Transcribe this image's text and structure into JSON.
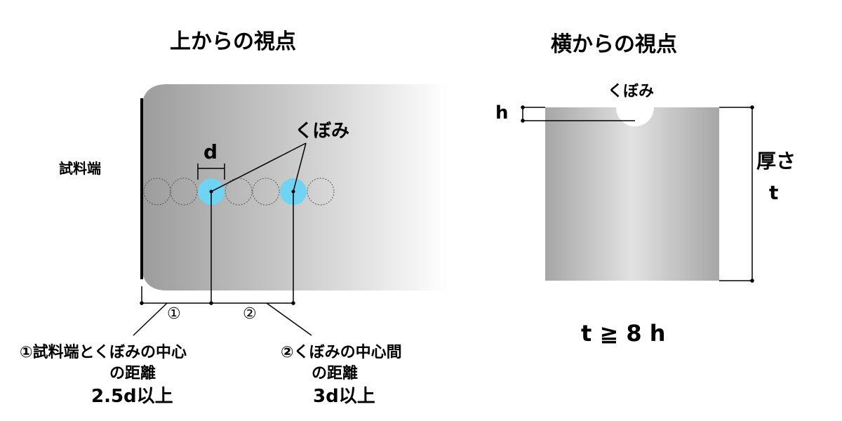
{
  "top_view": {
    "title": "上からの視点",
    "sample_edge_label": "試料端",
    "indent_label": "くぼみ",
    "diameter_label": "d",
    "marker_1": "①",
    "marker_2": "②",
    "note_1": {
      "line1": "①試料端とくぼみの中心",
      "line2": "の距離",
      "value": "2.5d以上"
    },
    "note_2": {
      "line1": "②くぼみの中心間",
      "line2": "の距離",
      "value": "3d以上"
    }
  },
  "side_view": {
    "title": "横からの視点",
    "indent_label": "くぼみ",
    "depth_label": "h",
    "thickness_label_1": "厚さ",
    "thickness_label_2": "t",
    "condition": "t ≧ 8 h"
  },
  "colors": {
    "indent_fill": "#6fd3f2",
    "sample_gray_dark": "#9a9a9a",
    "sample_gray_light": "#ffffff"
  }
}
